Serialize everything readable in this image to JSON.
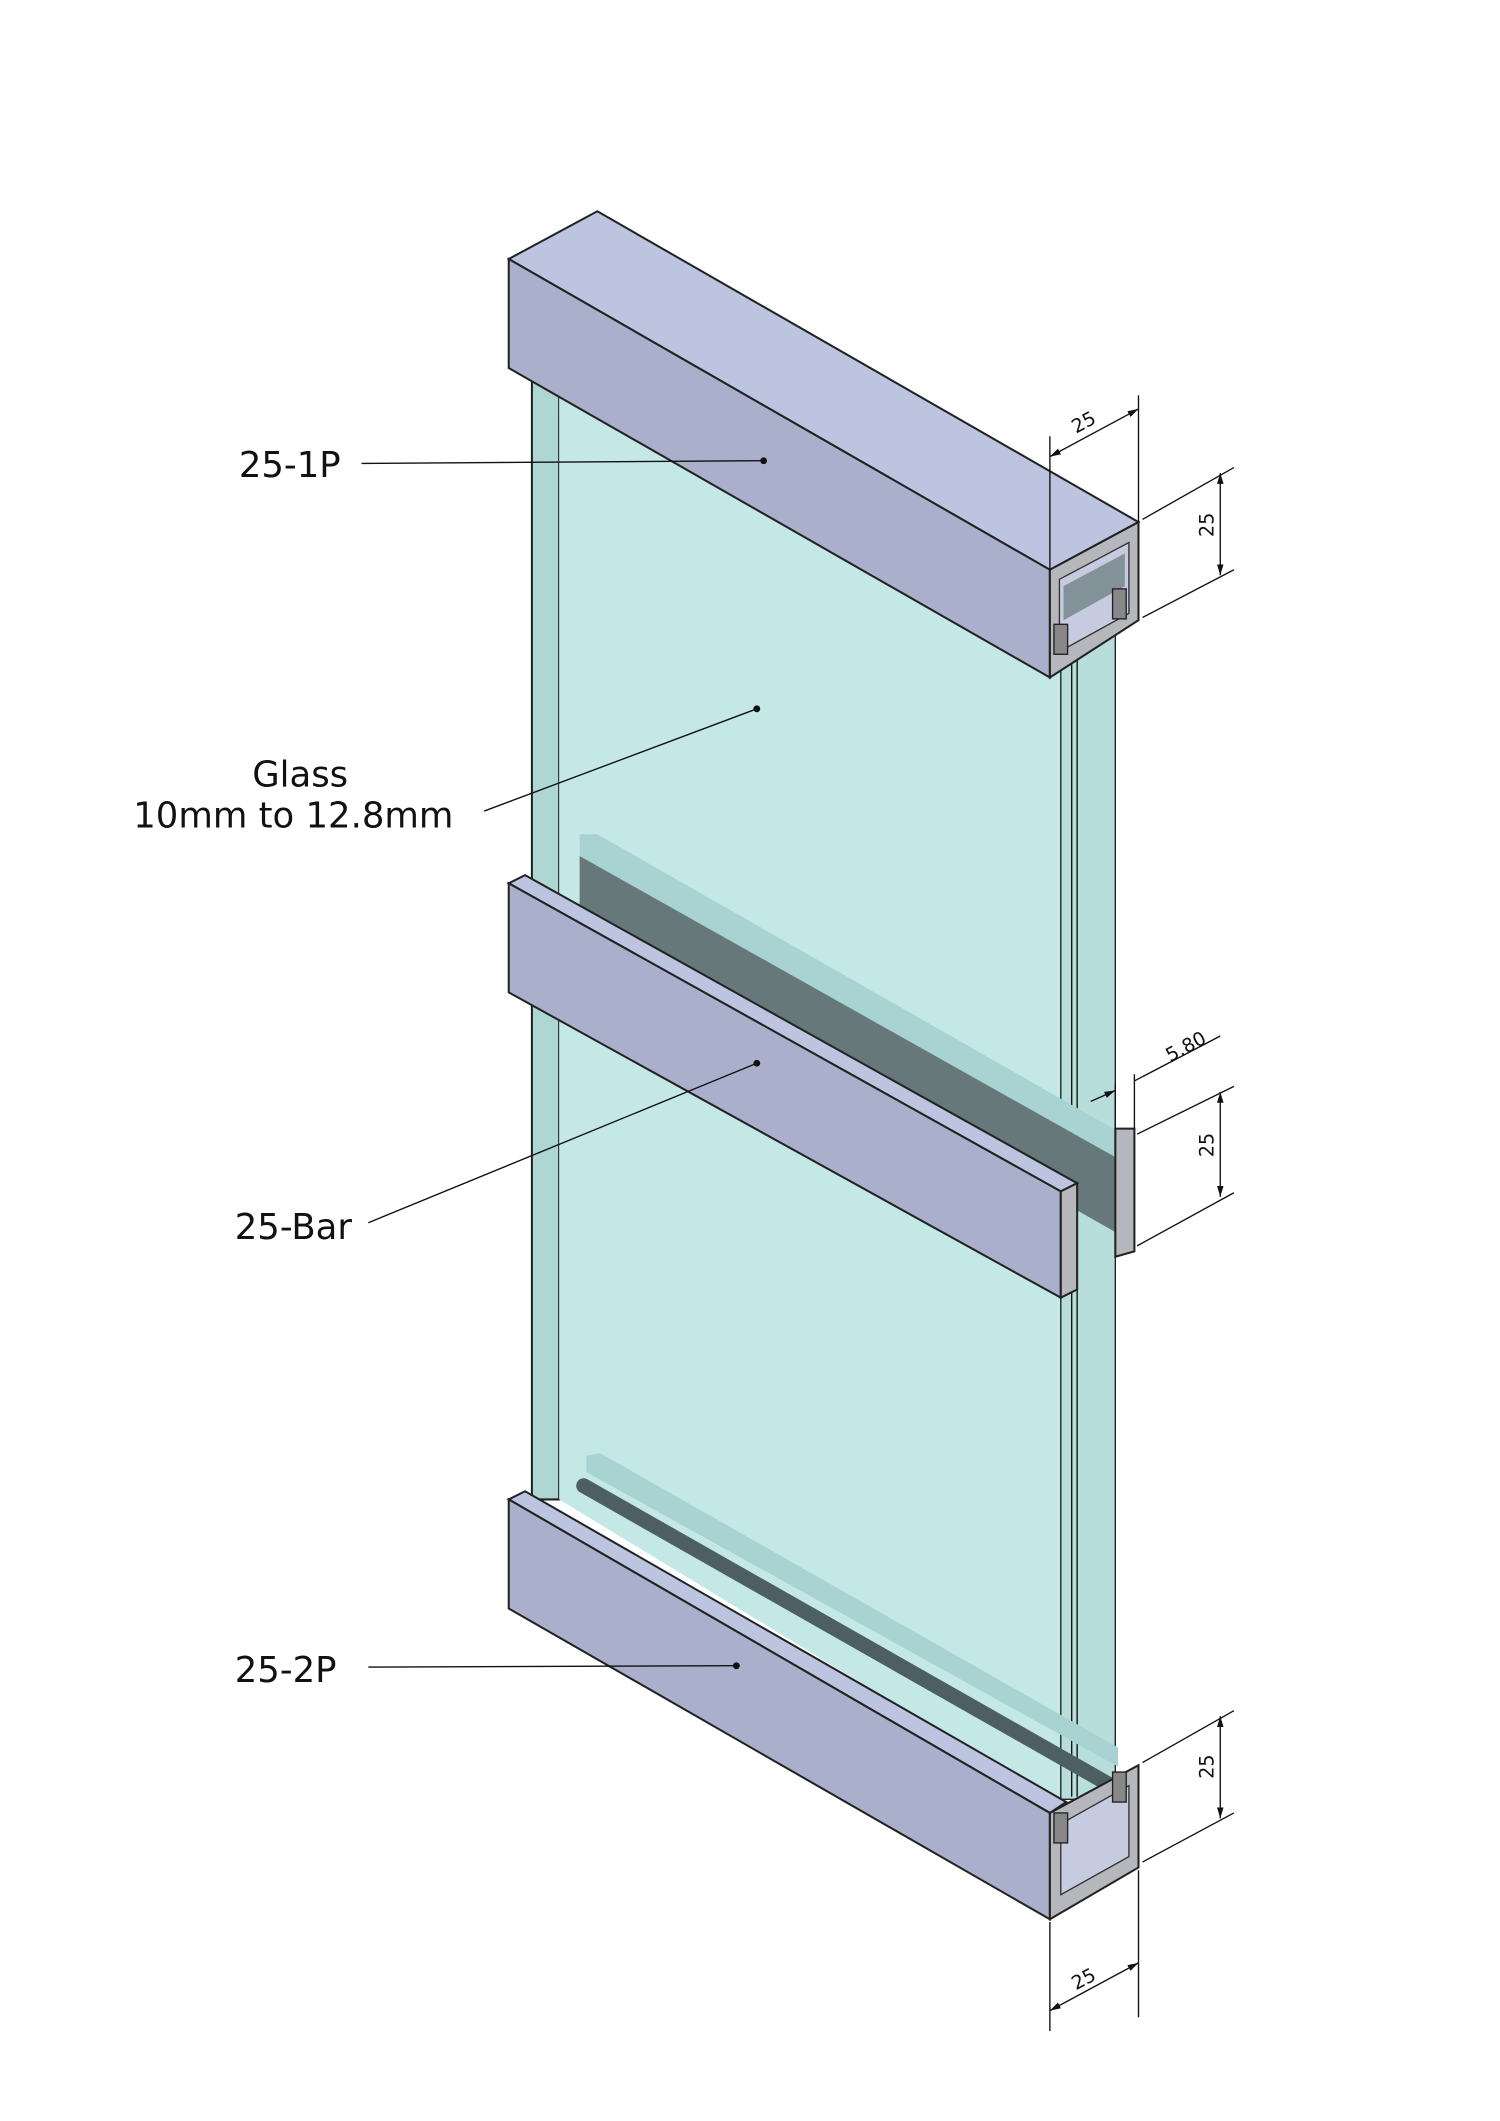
{
  "labels": {
    "top_profile": "25-1P",
    "glass_title": "Glass",
    "glass_thickness": "10mm to 12.8mm",
    "bar": "25-Bar",
    "bottom_profile": "25-2P"
  },
  "dimensions": {
    "top_depth": "25",
    "top_height": "25",
    "bar_gap": "5.80",
    "bar_height": "25",
    "bottom_height": "25",
    "bottom_depth": "25"
  },
  "colors": {
    "profile_top_face": "#bcc4e0",
    "profile_front_face": "#aab0cc",
    "profile_section": "#b6b7bc",
    "glass": "#c4e8e6",
    "glass_edge": "#aed6d2",
    "gasket": "#66787a"
  }
}
